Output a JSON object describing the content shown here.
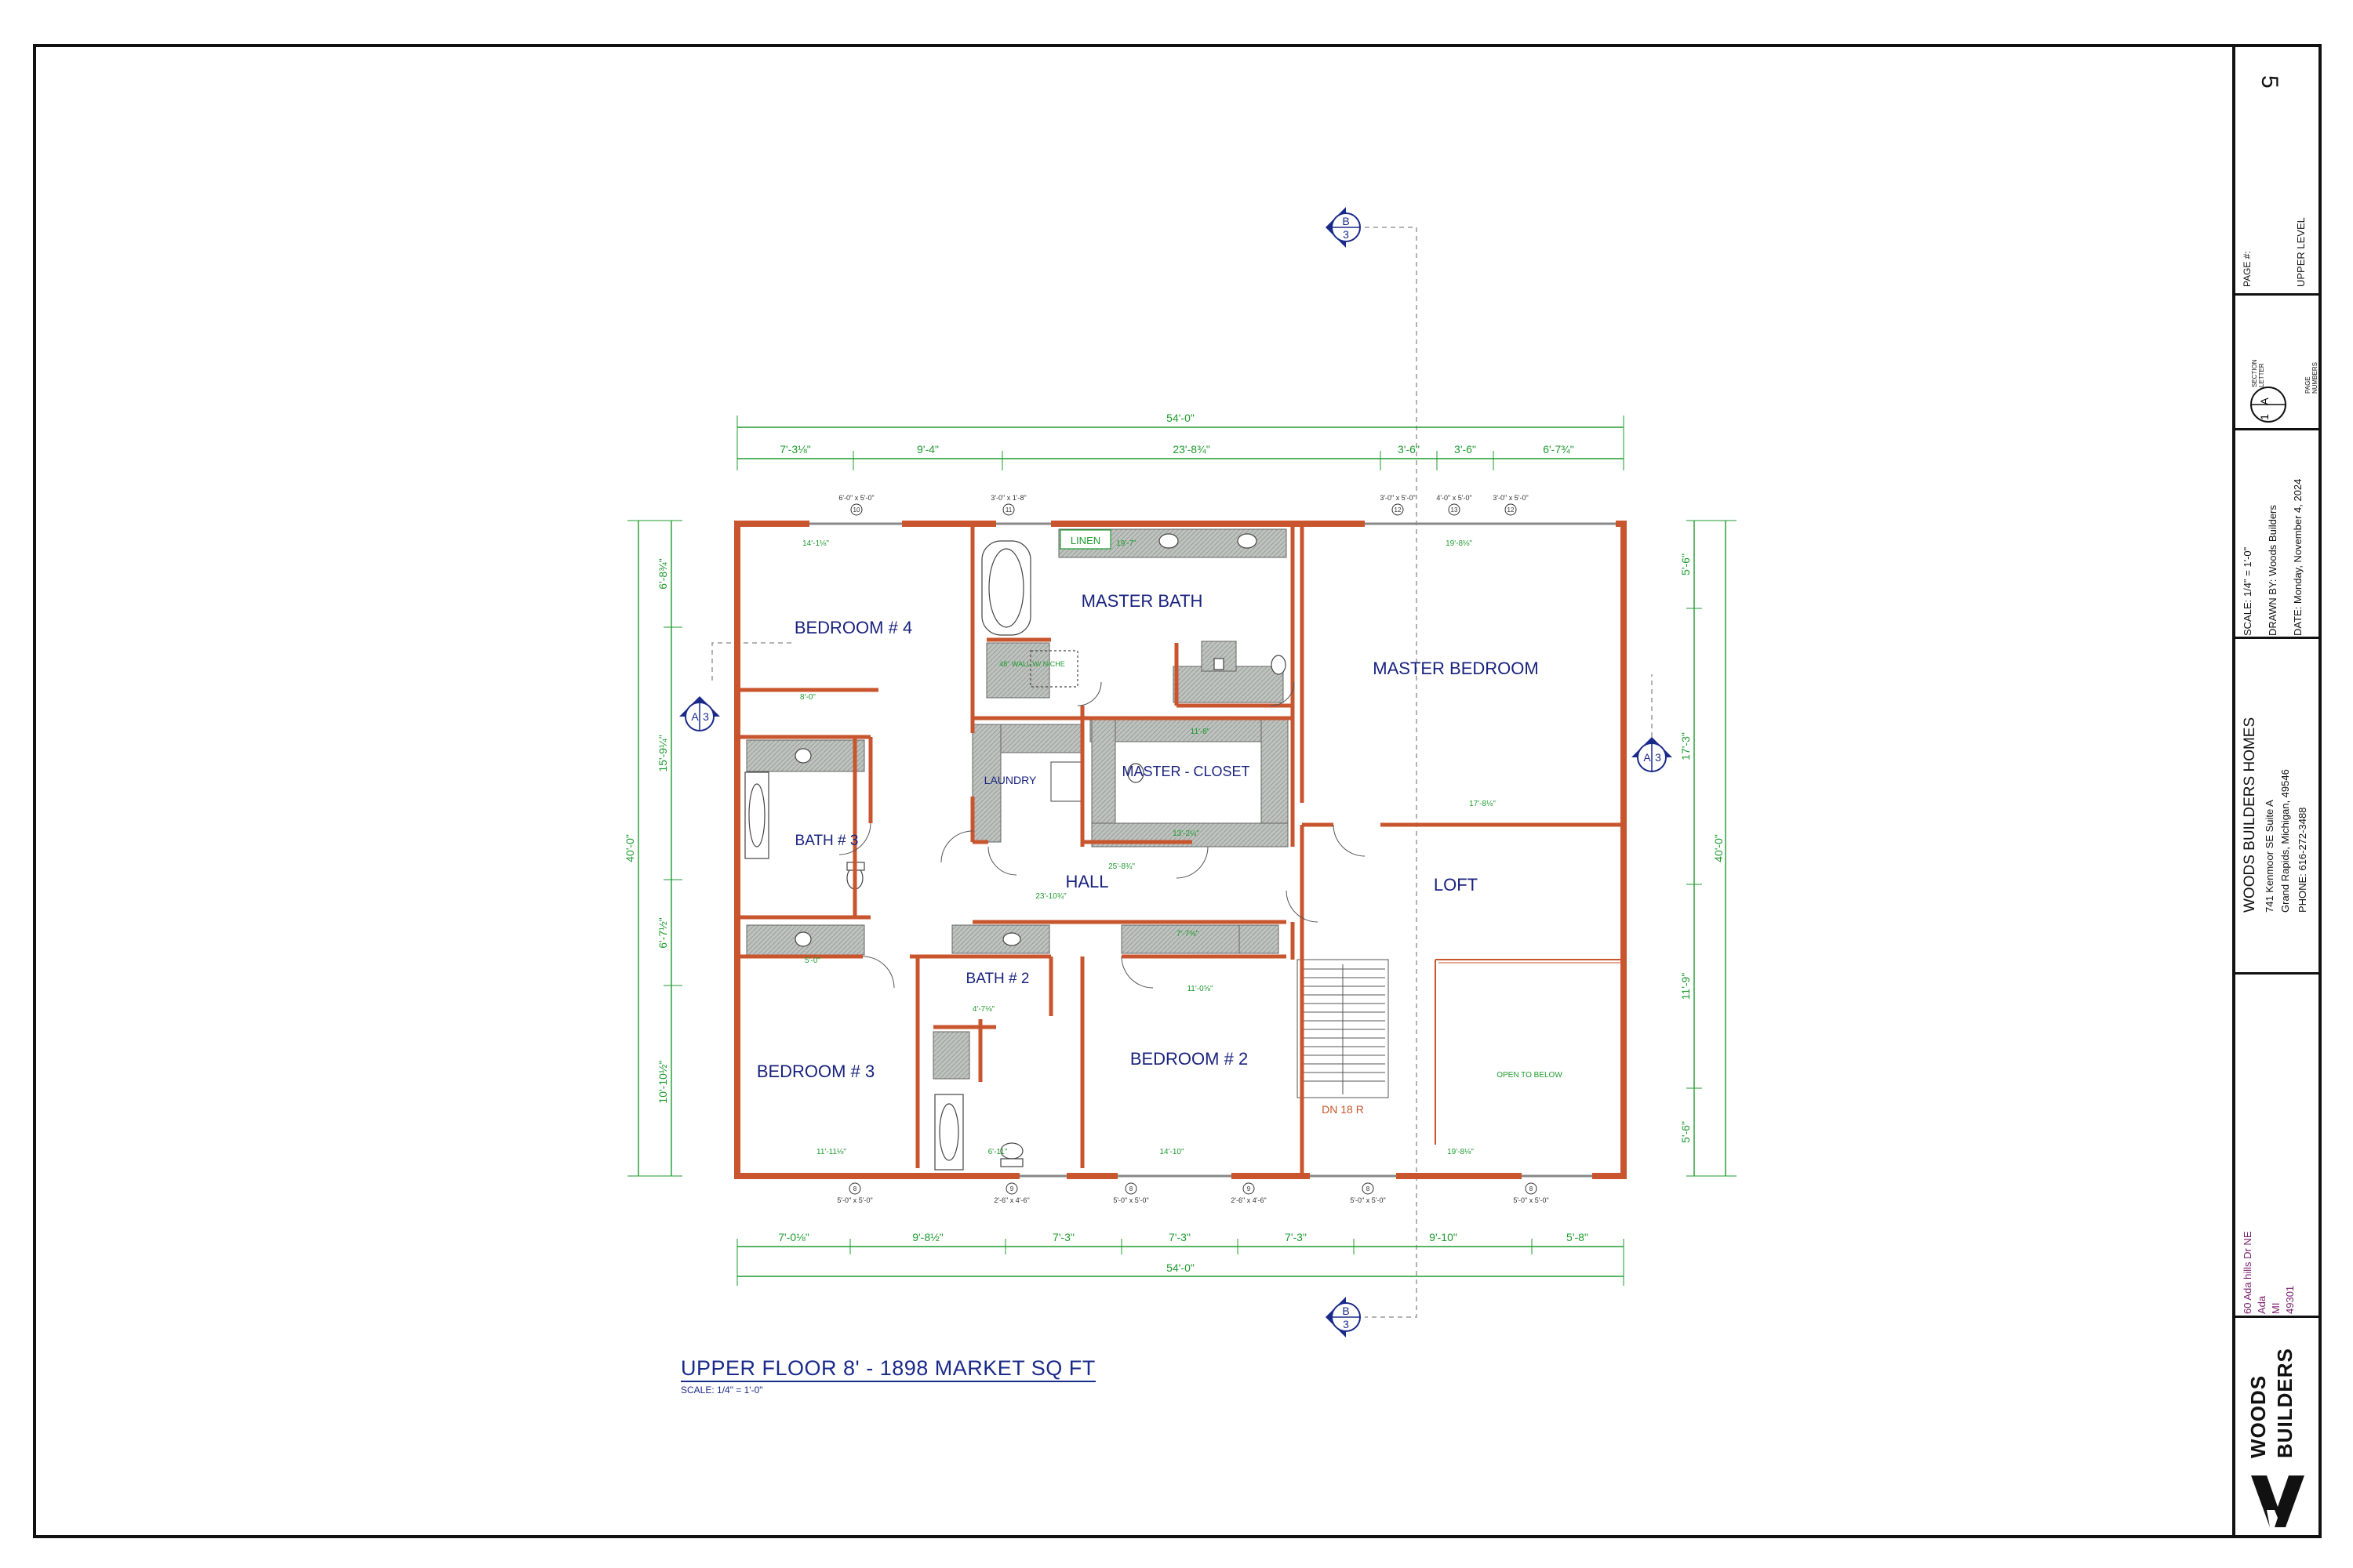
{
  "sheet": {
    "page_number": "5",
    "page_label": "PAGE #:",
    "level": "UPPER LEVEL",
    "legend": {
      "section_letter": "SECTION LETTER",
      "page_numbers": "PAGE NUMBERS",
      "sample_letter": "A",
      "sample_number": "1"
    }
  },
  "title_block": {
    "scale": "SCALE:   1/4\" = 1'-0\"",
    "drawn_by": "DRAWN BY:   Woods Builders",
    "date": "DATE:   Monday, November 4, 2024",
    "company": "WOODS BUILDERS HOMES",
    "address1": "741 Kenmoor SE Suite A",
    "address2": "Grand Rapids, Michigan, 49546",
    "phone": "PHONE:   616-272-3488",
    "site_street": "60 Ada hills Dr NE",
    "site_city": "Ada",
    "site_state": "MI",
    "site_zip": "49301",
    "logo_line1": "WOODS",
    "logo_line2": "BUILDERS",
    "accent": "#7a1f6e"
  },
  "plan": {
    "title": "UPPER FLOOR 8' - 1898 MARKET SQ FT",
    "scale": "SCALE: 1/4\" = 1'-0\"",
    "rooms": {
      "bedroom4": "BEDROOM # 4",
      "master_bath": "MASTER BATH",
      "master_bedroom": "MASTER BEDROOM",
      "linen": "LINEN",
      "laundry": "LAUNDRY",
      "master_closet": "MASTER - CLOSET",
      "bath3": "BATH # 3",
      "hall": "HALL",
      "loft": "LOFT",
      "bath2": "BATH # 2",
      "bedroom3": "BEDROOM # 3",
      "bedroom2": "BEDROOM # 2",
      "stair": "DN 18 R",
      "open_below": "OPEN TO BELOW",
      "wall_winch": "48\" WALL W/ NICHE"
    },
    "top_overall": "54'-0\"",
    "bottom_overall": "54'-0\"",
    "top_dims": [
      "7'-3⅛\"",
      "9'-4\"",
      "23'-8¾\"",
      "3'-6\"",
      "3'-6\"",
      "6'-7¾\""
    ],
    "bottom_dims": [
      "7'-0⅛\"",
      "9'-8½\"",
      "7'-3\"",
      "7'-3\"",
      "7'-3\"",
      "9'-10\"",
      "5'-8\""
    ],
    "left_overall": "40'-0\"",
    "right_overall": "40'-0\"",
    "left_dims": [
      "6'-8¾\"",
      "15'-9¼\"",
      "6'-7½\"",
      "10'-10½\""
    ],
    "right_dims": [
      "5'-6\"",
      "17'-3\"",
      "11'-9\"",
      "5'-6\""
    ],
    "windows_top": [
      {
        "size": "6'-0\" x 5'-0\"",
        "tag": "10"
      },
      {
        "size": "3'-0\" x 1'-8\"",
        "tag": "11"
      },
      {
        "size": "3'-0\" x 5'-0\"",
        "tag": "12"
      },
      {
        "size": "4'-0\" x 5'-0\"",
        "tag": "13"
      },
      {
        "size": "3'-0\" x 5'-0\"",
        "tag": "12"
      }
    ],
    "windows_bottom": [
      {
        "size": "5'-0\" x 5'-0\"",
        "tag": "8"
      },
      {
        "size": "2'-6\" x 4'-6\"",
        "tag": "9"
      },
      {
        "size": "5'-0\" x 5'-0\"",
        "tag": "8"
      },
      {
        "size": "2'-6\" x 4'-6\"",
        "tag": "9"
      },
      {
        "size": "5'-0\" x 5'-0\"",
        "tag": "8"
      },
      {
        "size": "5'-0\" x 5'-0\"",
        "tag": "8"
      }
    ],
    "section_marks": [
      {
        "letter": "B",
        "page": "3"
      },
      {
        "letter": "A",
        "page": "3"
      },
      {
        "letter": "A",
        "page": "3"
      },
      {
        "letter": "B",
        "page": "3"
      }
    ],
    "interior_dims": [
      "14'-1⅛\"",
      "19'-7\"",
      "19'-8⅛\"",
      "17'-8⅛\"",
      "25'-8¾\"",
      "23'-10¾\"",
      "11'-11⅛\"",
      "14'-10\"",
      "19'-8⅛\"",
      "13'-2¼\"",
      "11'-8\"",
      "8'-0\"",
      "6'-11\"",
      "4'-7⅛\"",
      "11'-0⅝\"",
      "7'-7⅜\"",
      "5'-0\""
    ]
  },
  "colors": {
    "wall": "#c8552d",
    "dimension": "#1e9b2e",
    "room_label": "#1a237e",
    "navy": "#1a2a8a"
  }
}
